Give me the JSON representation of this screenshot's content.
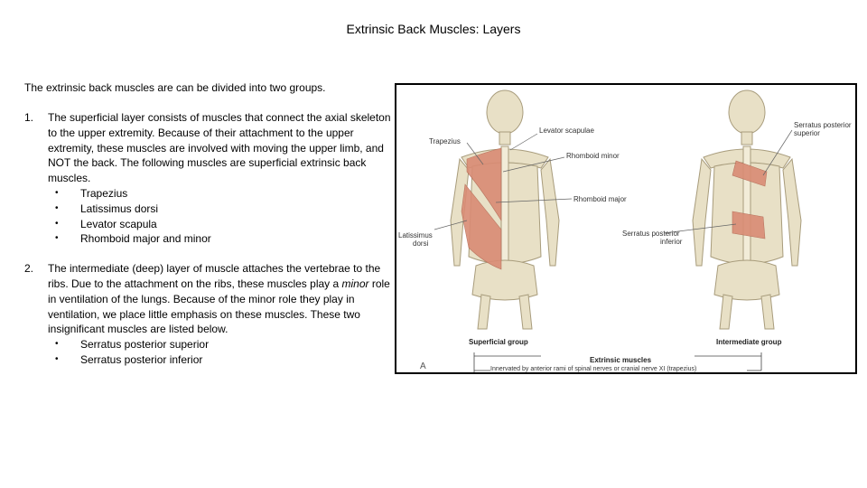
{
  "slide": {
    "title": "Extrinsic Back Muscles: Layers",
    "intro": "The extrinsic back muscles are can be divided into two groups.",
    "items": [
      {
        "number": "1.",
        "text": "The superficial layer consists of muscles that connect the axial skeleton to the upper extremity. Because of their attachment to the upper extremity, these muscles are involved with moving the upper limb, and NOT the back. The following muscles are superficial extrinsic back muscles.",
        "bullets": [
          "Trapezius",
          "Latissimus dorsi",
          "Levator scapula",
          "Rhomboid major and minor"
        ]
      },
      {
        "number": "2.",
        "text_before": "The intermediate (deep) layer of muscle attaches the vertebrae to the ribs. Due to the attachment on the ribs, these muscles play a ",
        "text_emphasis": "minor",
        "text_after": " role in ventilation of the lungs. Because of the minor role they play in ventilation, we place little emphasis on these muscles. These two insignificant muscles are listed below.",
        "bullets": [
          "Serratus posterior superior",
          "Serratus posterior inferior"
        ]
      }
    ]
  },
  "figure": {
    "labels": {
      "trapezius": "Trapezius",
      "levator_scapulae": "Levator scapulae",
      "rhomboid_minor": "Rhomboid minor",
      "rhomboid_major": "Rhomboid major",
      "latissimus_dorsi_1": "Latissimus",
      "latissimus_dorsi_2": "dorsi",
      "serratus_posterior_superior_1": "Serratus posterior",
      "serratus_posterior_superior_2": "superior",
      "serratus_posterior_inferior_1": "Serratus posterior",
      "serratus_posterior_inferior_2": "inferior",
      "superficial_group": "Superficial group",
      "intermediate_group": "Intermediate group",
      "extrinsic_muscles": "Extrinsic muscles",
      "innervation": "Innervated by anterior rami of spinal nerves or cranial nerve XI (trapezius)",
      "panel_letter": "A"
    },
    "colors": {
      "muscle": "#d98b74",
      "bone": "#e8e0c6",
      "bone_stroke": "#a89c7c",
      "leader": "#666666"
    }
  }
}
